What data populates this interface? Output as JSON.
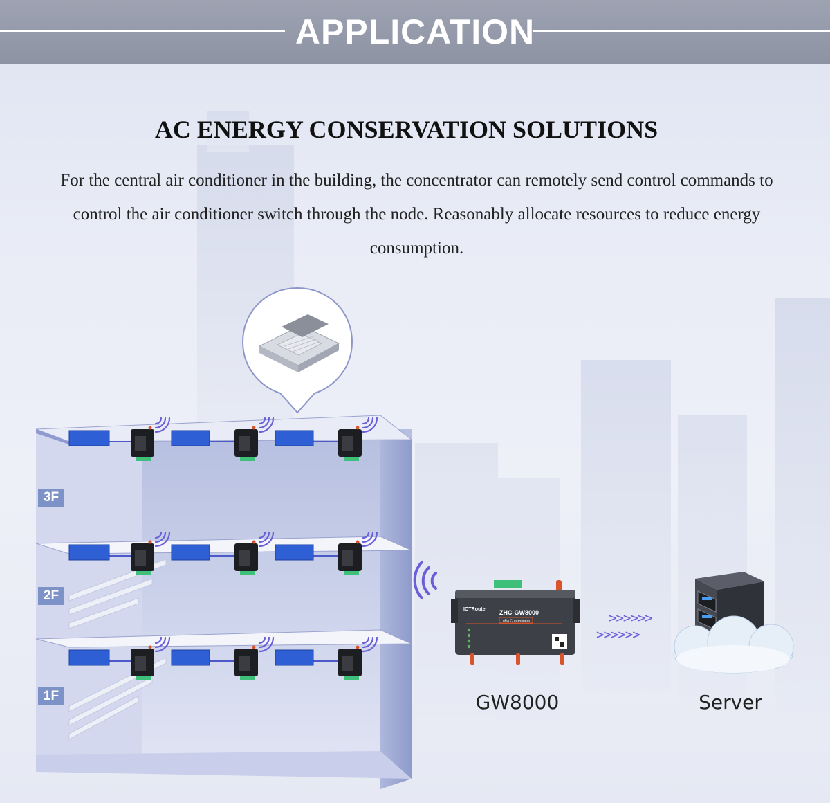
{
  "header": {
    "title": "APPLICATION"
  },
  "section": {
    "headline": "AC ENERGY CONSERVATION SOLUTIONS",
    "description": "For the central air conditioner in the building, the concentrator can remotely send control commands to control the air conditioner switch through the node. Reasonably allocate resources to reduce energy consumption."
  },
  "floors": [
    "3F",
    "2F",
    "1F"
  ],
  "devices": {
    "gateway_label": "GW8000",
    "gateway_brand": "IOTRouter",
    "gateway_model": "ZHC-GW8000",
    "gateway_subtitle": "LoRa Concentrator",
    "server_label": "Server",
    "arrows": ">>>>>>"
  },
  "colors": {
    "header_band": "#9ea3b2",
    "ac_unit": "#2f5fd4",
    "floor_label": "#7d93c8",
    "arrow": "#6a5fd9",
    "building_wall": "#c4cbe8"
  },
  "icons": [
    "wifi-signal-icon",
    "ceiling-ac-icon",
    "lora-node-icon",
    "server-cloud-icon"
  ]
}
